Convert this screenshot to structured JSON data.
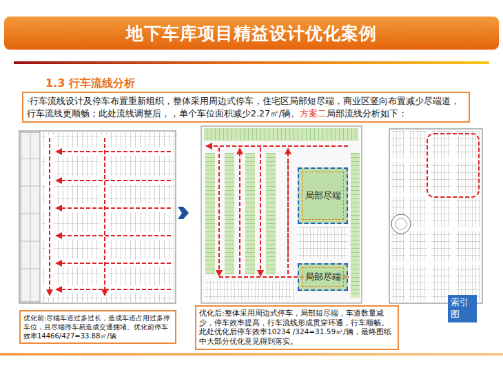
{
  "diagram": {
    "title": "地下车库项目精益设计优化案例",
    "nodes": [
      {
        "text": [
          "·行车流线设计及停车布置重新组织，整体采用周边式停车，住宅区局部短尽端，商业区竖向布置减少尽端道，行车流线更顺畅；此处流线调整后，，单个车位面积减少2.27㎡/辆。",
          "方案二",
          "局部流线分析如下："
        ]
      },
      {
        "text": [
          "优化前:尽端车道过多过长，造成车道占用过多停车位，且尽端停车易造成交通拥堵。优化前停车效率14466/427=33.88㎡/辆"
        ]
      },
      {
        "text": [
          "优化后:整体采用周边式停车，局部短尽端，车道数量减少，停车效率提高，行车流线形成贯穿环通，行车顺畅。此处优化后停车效率10234 /324=31.59㎡/辆，最终图纸中大部分优化意见得到落实。"
        ]
      },
      {
        "text": [
          "局部尽端"
        ]
      },
      {
        "text": [
          "局部尽端"
        ]
      },
      {
        "text": [
          "索引图"
        ]
      }
    ],
    "labels": [
      "1.3 行车流线分析"
    ]
  }
}
